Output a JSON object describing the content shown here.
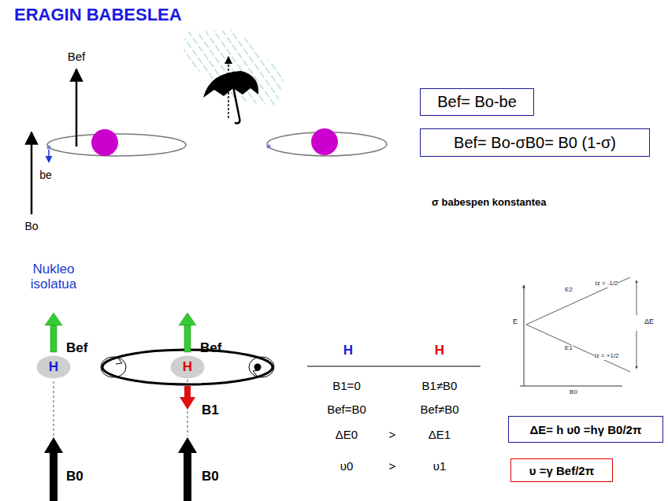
{
  "diagram": {
    "title": "ERAGIN BABESLEA",
    "nodes": [
      {
        "text": [
          "Bef= Bo-be"
        ]
      },
      {
        "text": [
          "Bef= Bo-σB0= B0 (1-σ)"
        ]
      },
      {
        "text": [
          "H"
        ]
      },
      {
        "text": [
          "H"
        ]
      },
      {
        "text": [
          "ΔE= h υ0 =hγ B0/2π"
        ]
      },
      {
        "text": [
          "υ =γ Bef/2π"
        ]
      }
    ],
    "labels": [
      "Bef",
      "be",
      "Bo",
      "σ babespen konstantea",
      "Nukleo isolatua",
      "Bef",
      "B0",
      "Bef",
      "B1",
      "B0",
      "H",
      "H",
      "B1=0",
      "B1≠B0",
      "Bef=B0",
      "Bef≠B0",
      "ΔE0",
      ">",
      "ΔE1",
      "υ0",
      ">",
      "υ1",
      "E",
      "E2",
      "E1",
      "Iz = -1/2",
      "Iz = +1/2",
      "ΔE",
      "B0"
    ]
  }
}
